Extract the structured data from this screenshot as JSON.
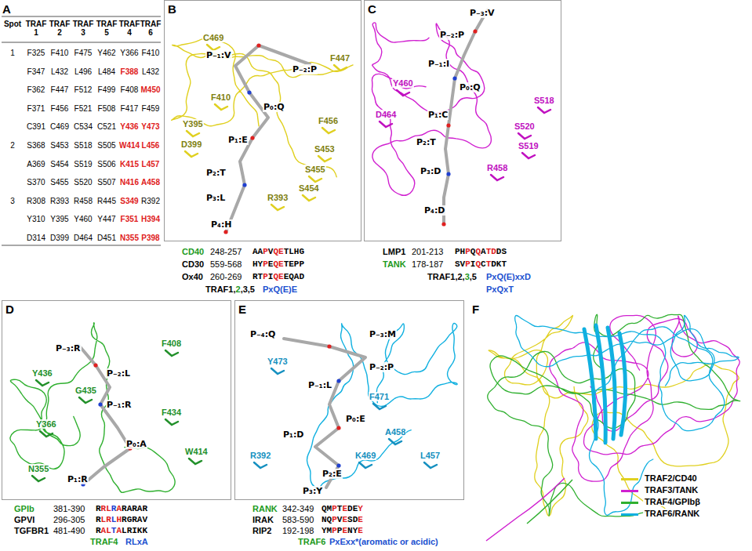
{
  "diagram": {
    "nodes": [
      {
        "text": [
          "B"
        ]
      },
      {
        "text": [
          "C"
        ]
      },
      {
        "text": [
          "D"
        ]
      },
      {
        "text": [
          "E"
        ]
      }
    ],
    "labels": [
      "A",
      "Spot",
      "TRAF 1",
      "TRAF 2",
      "TRAF 3",
      "TRAF 5",
      "TRAF 4",
      "TRAF 6",
      "1",
      "F325",
      "F410",
      "F475",
      "Y462",
      "Y366",
      "F410",
      "F347",
      "L432",
      "L496",
      "L484",
      "F388",
      "L432",
      "F362",
      "F447",
      "F512",
      "F499",
      "F408",
      "M450",
      "F371",
      "F456",
      "F521",
      "F508",
      "F417",
      "F459",
      "C391",
      "C469",
      "C534",
      "C521",
      "Y436",
      "Y473",
      "2",
      "S368",
      "S453",
      "S518",
      "S505",
      "W414",
      "L456",
      "A369",
      "S454",
      "S519",
      "S506",
      "K415",
      "L457",
      "S370",
      "S455",
      "S520",
      "S507",
      "N416",
      "A458",
      "3",
      "R308",
      "R393",
      "R458",
      "R445",
      "S349",
      "R392",
      "Y310",
      "Y395",
      "Y460",
      "Y447",
      "F351",
      "H394",
      "D314",
      "D399",
      "D464",
      "D451",
      "N355",
      "P398",
      "C469",
      "P₋₁:V",
      "P₋₂:P",
      "F447",
      "F410",
      "P₀:Q",
      "Y395",
      "F456",
      "D399",
      "P₁:E",
      "S453",
      "S455",
      "S454",
      "P₂:T",
      "R393",
      "P₃:L",
      "P₄:H",
      "CD40",
      "248-257",
      "AAPVQETLHG",
      "CD30",
      "559-568",
      "HYPEQETEPP",
      "Ox40",
      "260-269",
      "RTPIQEEQAD",
      "TRAF1,2,3,5",
      "PxQ(E)E",
      "P₋₃:V",
      "P₋₂:P",
      "P₋₁:I",
      "Y460",
      "P₀:Q",
      "S518",
      "D464",
      "P₁:C",
      "S520",
      "S519",
      "P₂:T",
      "R458",
      "P₃:D",
      "P₄:D",
      "LMP1",
      "201-213",
      "PHPQQATDDS",
      "TANK",
      "178-187",
      "SVPIQCTDKT",
      "TRAF1,2,3,5",
      "PxQ(E)xxD",
      "PxQxT",
      "P₋₃:R",
      "F408",
      "Y436",
      "P₋₂:L",
      "G435",
      "P₋₁:R",
      "F434",
      "Y366",
      "P₀:A",
      "W414",
      "N355",
      "P₁:R",
      "GPIb",
      "381-390",
      "RRLRARARAR",
      "GPVI",
      "296-305",
      "RLRLHRGRAV",
      "TGFBR1",
      "481-490",
      "RALTALRIKK",
      "TRAF4",
      "RLxA",
      "P₋₄:Q",
      "P₋₃:M",
      "Y473",
      "P₋₂:P",
      "P₋₁:L",
      "F471",
      "P₀:E",
      "A458",
      "P₁:D",
      "R392",
      "K469",
      "L457",
      "P₂:E",
      "P₃:Y",
      "RANK",
      "342-349",
      "QMPTEDEY",
      "IRAK",
      "583-590",
      "NQPVESDE",
      "RIP2",
      "192-198",
      "YMPPENYE",
      "TRAF6",
      "PxExx*(aromatic or acidic)",
      "F"
    ],
    "legend": [
      {
        "text": "TRAF2/CD40",
        "color": "#e0d020"
      },
      {
        "text": "TRAF3/TANK",
        "color": "#d020d0"
      },
      {
        "text": "TRAF4/GPIbβ",
        "color": "#30b030"
      },
      {
        "text": "TRAF6/RANK",
        "color": "#10b0e0"
      }
    ]
  }
}
